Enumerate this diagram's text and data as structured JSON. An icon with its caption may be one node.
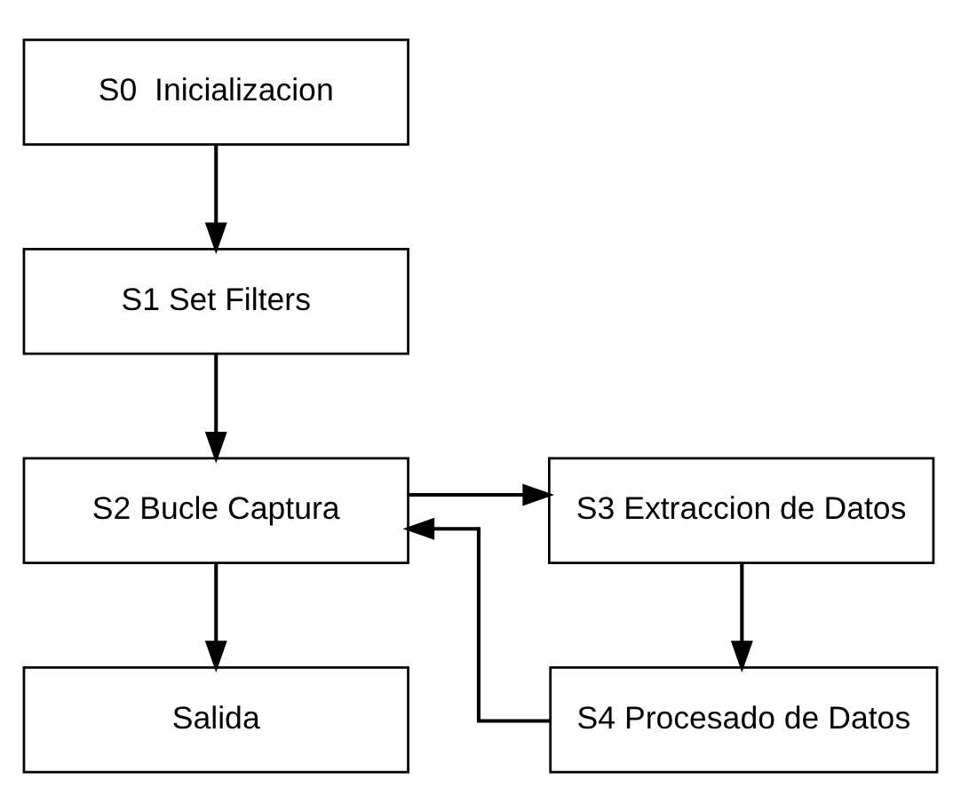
{
  "diagram": {
    "nodes": [
      {
        "text": [
          "S0  Inicializacion"
        ]
      },
      {
        "text": [
          "S1 Set Filters"
        ]
      },
      {
        "text": [
          "S2 Bucle Captura"
        ]
      },
      {
        "text": [
          "S3 Extraccion de Datos"
        ]
      },
      {
        "text": [
          "Salida"
        ]
      },
      {
        "text": [
          "S4 Procesado de Datos"
        ]
      }
    ],
    "edges": [
      {
        "from": 0,
        "to": 1,
        "arrow": "to"
      },
      {
        "from": 1,
        "to": 2,
        "arrow": "to"
      },
      {
        "from": 2,
        "to": 3,
        "arrow": "to"
      },
      {
        "from": 3,
        "to": 5,
        "arrow": "to"
      },
      {
        "from": 2,
        "to": 4,
        "arrow": "to"
      },
      {
        "from": 5,
        "to": 2,
        "arrow": "to"
      }
    ]
  }
}
